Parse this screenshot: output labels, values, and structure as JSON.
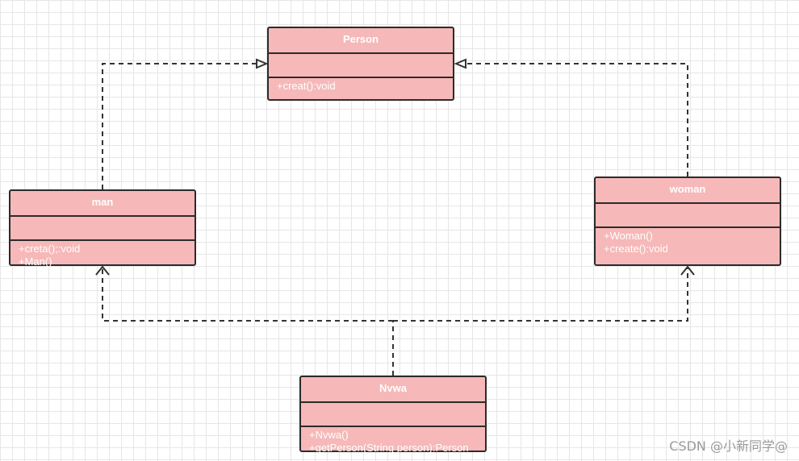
{
  "classes": {
    "person": {
      "name": "Person",
      "attributes": [],
      "operations": [
        "+creat():void"
      ]
    },
    "man": {
      "name": "man",
      "attributes": [],
      "operations": [
        "+creta();:void",
        "+Man()"
      ]
    },
    "woman": {
      "name": "woman",
      "attributes": [],
      "operations": [
        "+Woman()",
        "+create():void"
      ]
    },
    "nvwa": {
      "name": "Nvwa",
      "attributes": [],
      "operations": [
        "+Nvwa()",
        "+getPerson(String person):Person"
      ]
    }
  },
  "relationships": [
    {
      "from": "man",
      "to": "Person",
      "kind": "realization",
      "style": "dashed-hollow-triangle"
    },
    {
      "from": "woman",
      "to": "Person",
      "kind": "realization",
      "style": "dashed-hollow-triangle"
    },
    {
      "from": "Nvwa",
      "to": "man",
      "kind": "dependency",
      "style": "dashed-open-arrow"
    },
    {
      "from": "Nvwa",
      "to": "woman",
      "kind": "dependency",
      "style": "dashed-open-arrow"
    }
  ],
  "colors": {
    "class_fill": "#f6b8b8",
    "class_border": "#2b2b2b",
    "class_text": "#ffffff",
    "connector": "#333333"
  },
  "watermark": "CSDN @小新同学@"
}
